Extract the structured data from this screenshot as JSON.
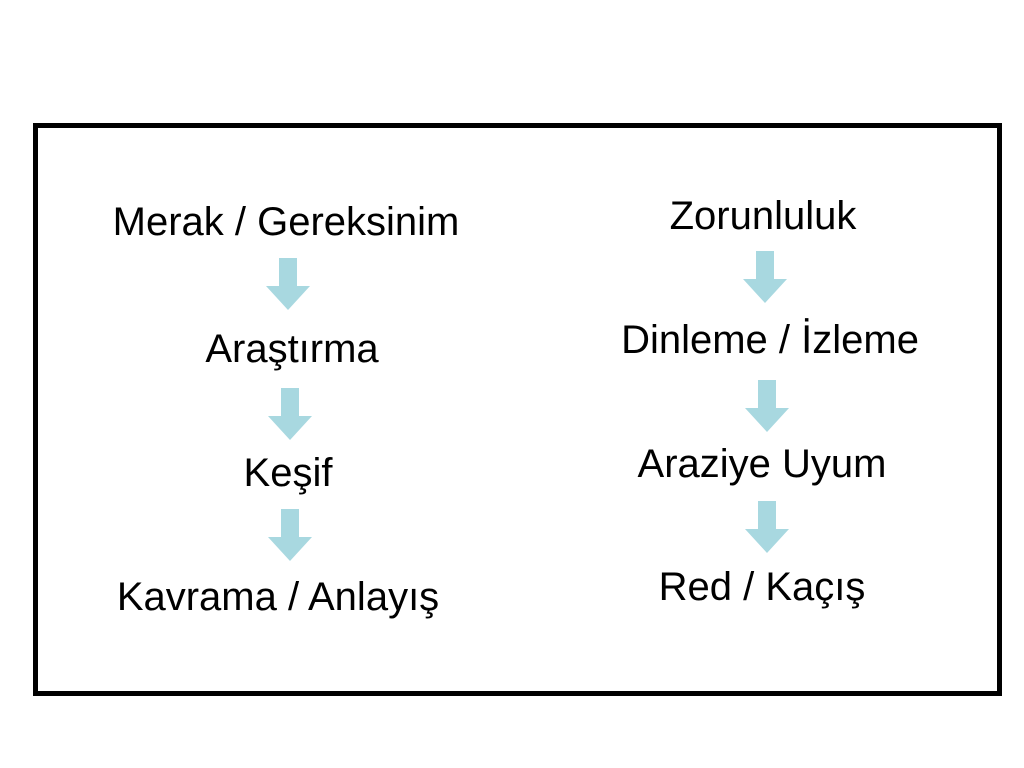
{
  "diagram": {
    "left_column": [
      "Merak / Gereksinim",
      "Araştırma",
      "Keşif",
      "Kavrama / Anlayış"
    ],
    "right_column": [
      "Zorunluluk",
      "Dinleme / İzleme",
      "Araziye Uyum",
      "Red / Kaçış"
    ]
  },
  "colors": {
    "arrow_fill": "#a8d8e0",
    "border": "#000000",
    "text": "#000000"
  },
  "icons": {
    "arrow": "arrow-down-icon"
  }
}
